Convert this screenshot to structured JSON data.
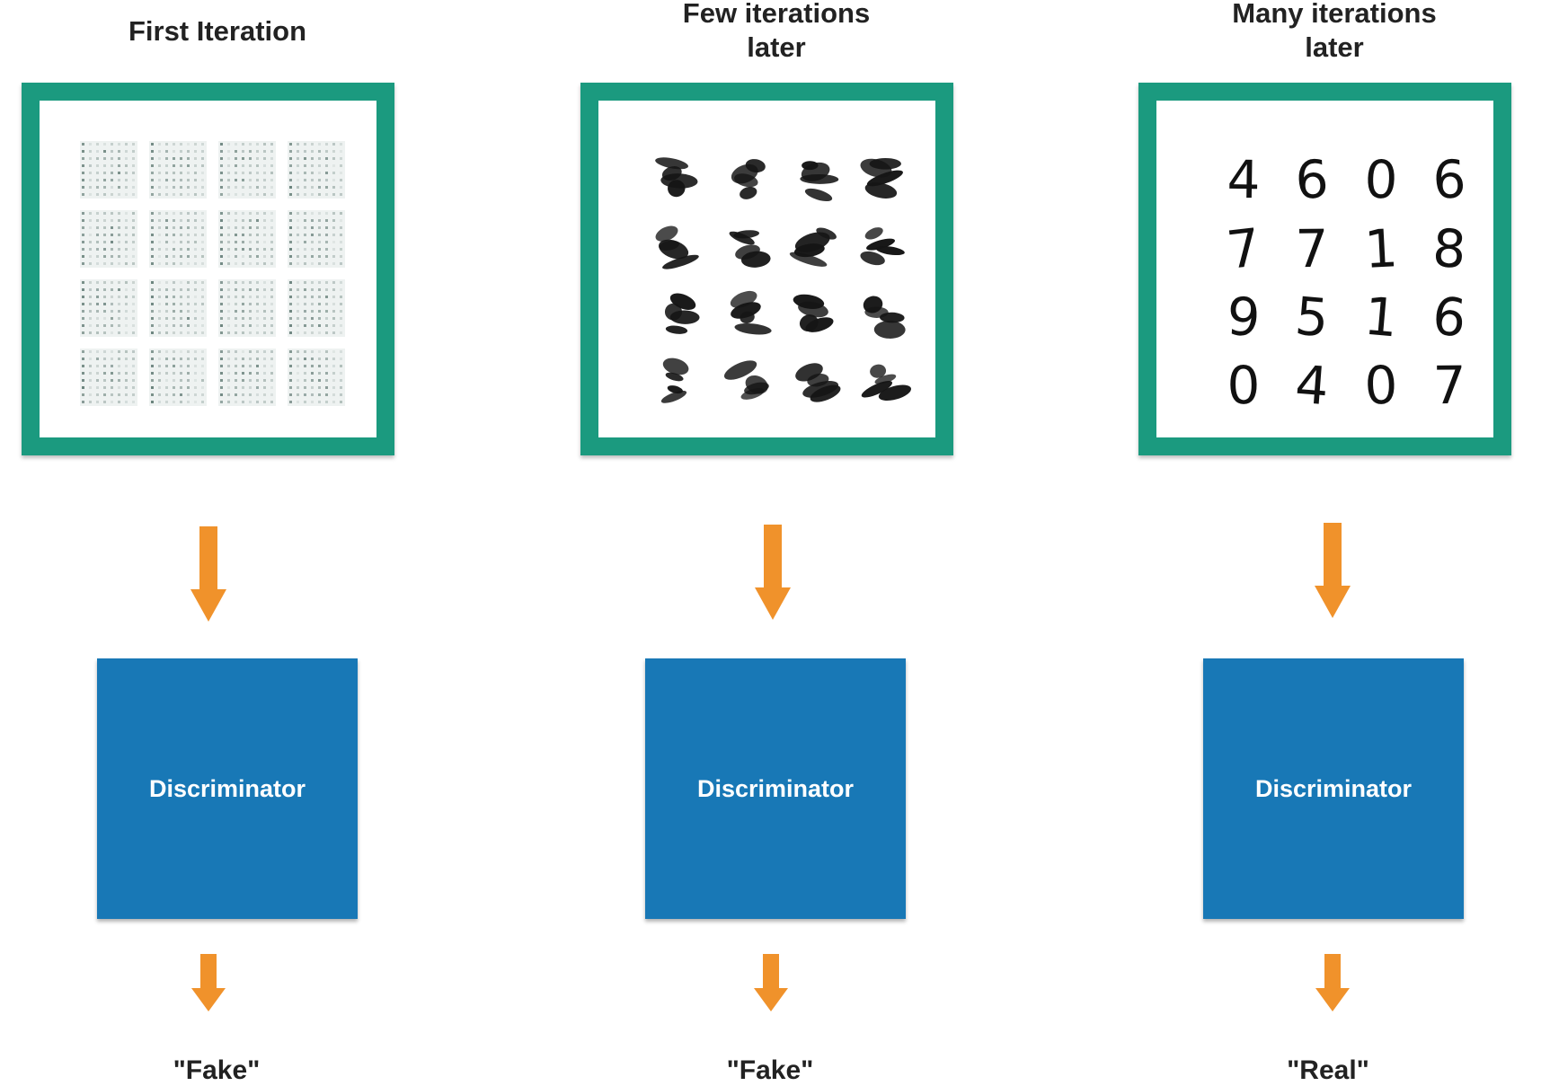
{
  "columns": [
    {
      "title": "First Iteration",
      "stage": "noise",
      "discriminator_label": "Discriminator",
      "verdict": "\"Fake\""
    },
    {
      "title": "Few iterations\nlater",
      "stage": "blobs",
      "discriminator_label": "Discriminator",
      "verdict": "\"Fake\""
    },
    {
      "title": "Many iterations\nlater",
      "stage": "digits",
      "discriminator_label": "Discriminator",
      "verdict": "\"Real\"",
      "digits": [
        "4",
        "6",
        "0",
        "6",
        "7",
        "7",
        "1",
        "8",
        "9",
        "5",
        "1",
        "6",
        "0",
        "4",
        "0",
        "7"
      ]
    }
  ],
  "colors": {
    "frame": "#1b9a7f",
    "arrow": "#f0922b",
    "discriminator": "#1878b6",
    "text": "#222222"
  },
  "icons": {
    "arrow": "down-arrow-icon"
  }
}
